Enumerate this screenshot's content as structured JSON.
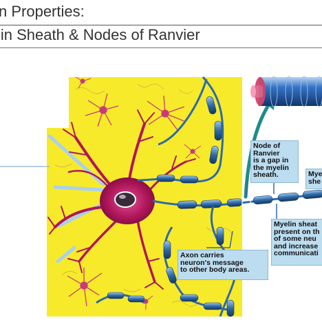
{
  "slide": {
    "title_line1": "n Properties:",
    "title_line2": "lin Sheath & Nodes of Ranvier"
  },
  "labels": {
    "node_of_ranvier": "Node of\nRanvier\nis a gap in\nthe myelin\nsheath.",
    "myelin_sheath_small": "Myel\nshe",
    "myelin_sheath_desc": "Myelin sheat\npresent on th\nof some neu\nand increase\ncommunicati",
    "axon_carries": "Axon carries\nneuron's message\nto other body areas."
  },
  "colors": {
    "background_yellow": "#f7ea2a",
    "neuron_body": "#b0175a",
    "myelin_blue": "#2f6aa8",
    "label_blue": "#bcdcf0",
    "arrow_teal": "#1e8c86"
  }
}
